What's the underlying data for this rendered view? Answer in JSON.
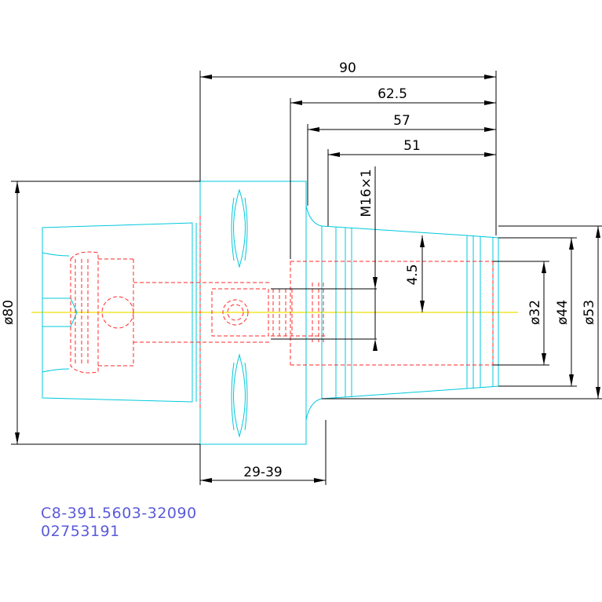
{
  "colors": {
    "outline": "#00c8dc",
    "hidden": "#ff2a2a",
    "dimension": "#000000",
    "centerline": "#f0e000",
    "part_text": "#5a5adc"
  },
  "dimensions": {
    "len_90": "90",
    "len_62_5": "62.5",
    "len_57": "57",
    "len_51": "51",
    "thread": "M16×1",
    "dist_4_5": "4.5",
    "dia_80": "ø80",
    "dia_32": "ø32",
    "dia_44": "ø44",
    "dia_53": "ø53",
    "range_29_39": "29-39"
  },
  "part": {
    "number": "C8-391.5603-32090",
    "code": "02753191"
  }
}
